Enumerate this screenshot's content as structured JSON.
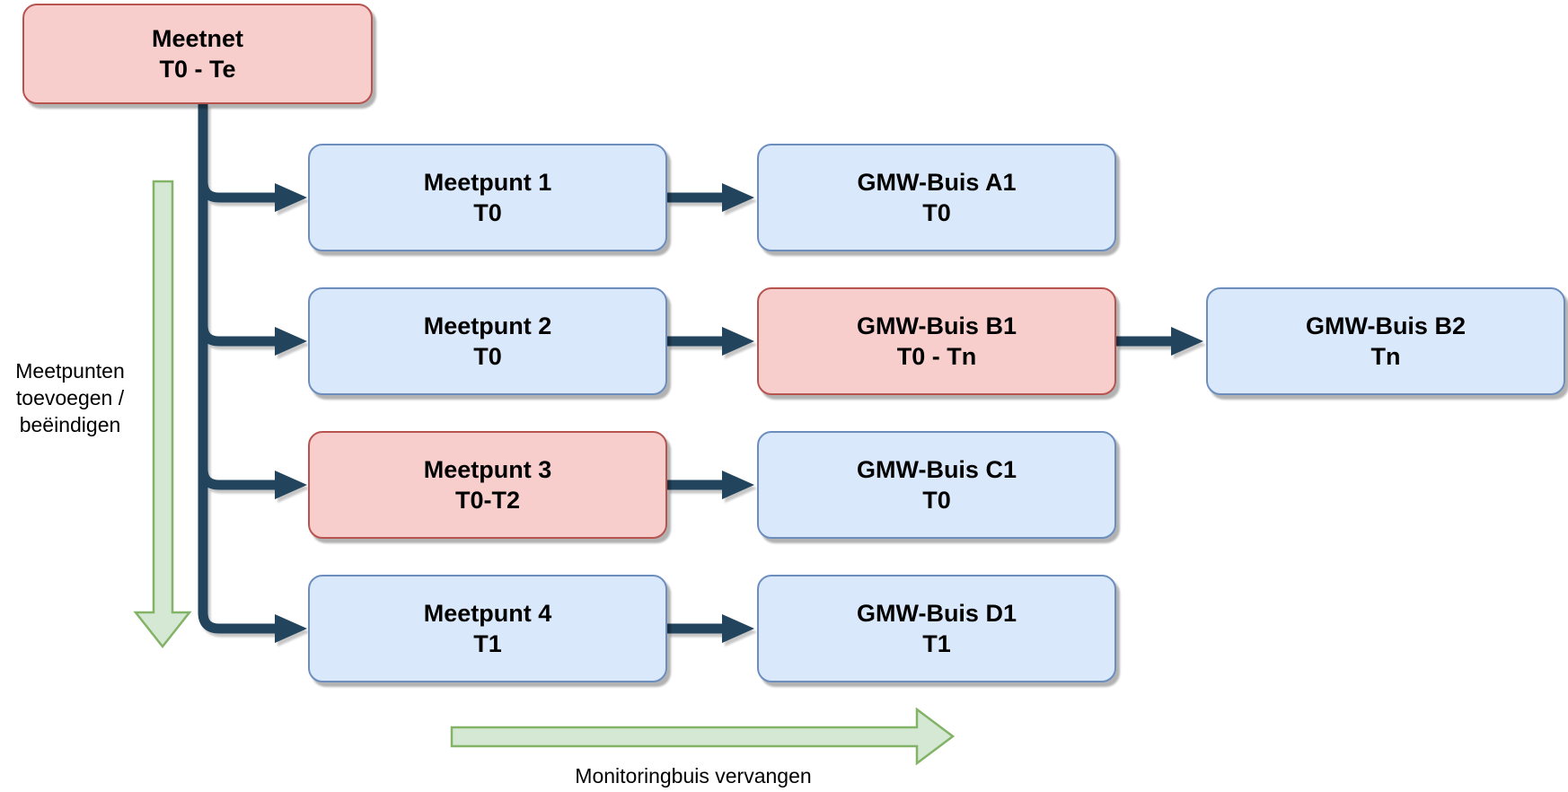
{
  "diagram": {
    "nodes": {
      "meetnet": {
        "line1": "Meetnet",
        "line2": "T0 - Te",
        "variant": "red"
      },
      "meetpunt1": {
        "line1": "Meetpunt 1",
        "line2": "T0",
        "variant": "blue"
      },
      "gmw_a1": {
        "line1": "GMW-Buis A1",
        "line2": "T0",
        "variant": "blue"
      },
      "meetpunt2": {
        "line1": "Meetpunt 2",
        "line2": "T0",
        "variant": "blue"
      },
      "gmw_b1": {
        "line1": "GMW-Buis B1",
        "line2": "T0 - Tn",
        "variant": "red"
      },
      "gmw_b2": {
        "line1": "GMW-Buis B2",
        "line2": "Tn",
        "variant": "blue"
      },
      "meetpunt3": {
        "line1": "Meetpunt 3",
        "line2": "T0-T2",
        "variant": "red"
      },
      "gmw_c1": {
        "line1": "GMW-Buis C1",
        "line2": "T0",
        "variant": "blue"
      },
      "meetpunt4": {
        "line1": "Meetpunt 4",
        "line2": "T1",
        "variant": "blue"
      },
      "gmw_d1": {
        "line1": "GMW-Buis D1",
        "line2": "T1",
        "variant": "blue"
      }
    },
    "annotations": {
      "left_arrow_label_lines": [
        "Meetpunten",
        "toevoegen /",
        "beëindigen"
      ],
      "bottom_arrow_label": "Monitoringbuis vervangen"
    },
    "colors": {
      "node_blue_fill": "#dae8fc",
      "node_blue_border": "#6c8ebf",
      "node_red_fill": "#f8cecc",
      "node_red_border": "#b85450",
      "arrow_green_fill": "#d5e8d4",
      "arrow_green_border": "#82b366",
      "connector": "#23445d",
      "text": "#000000",
      "canvas_bg": "#ffffff"
    }
  }
}
